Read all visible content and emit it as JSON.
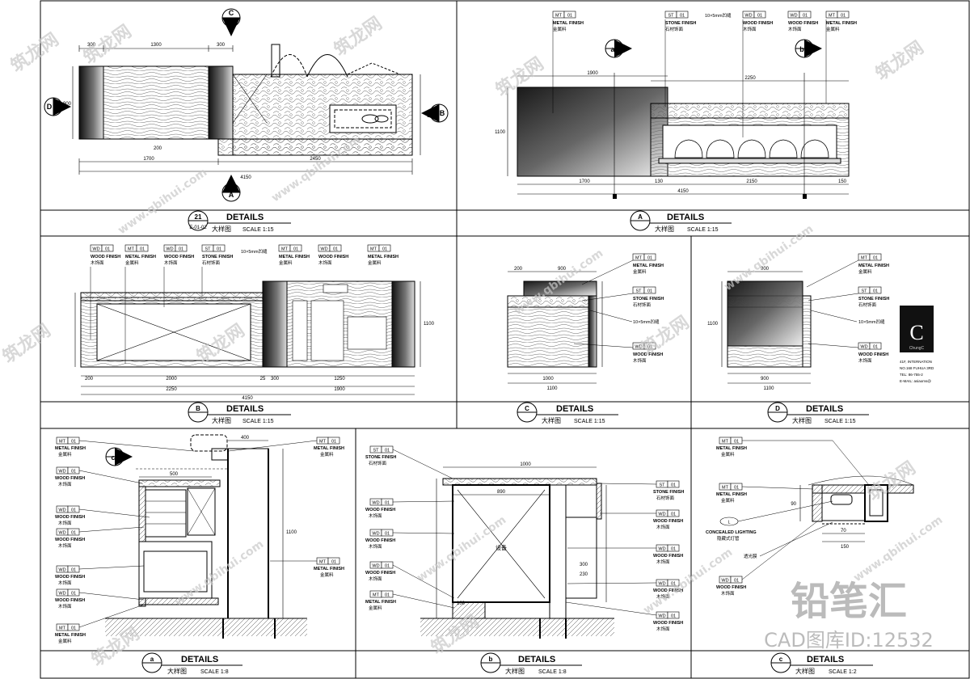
{
  "sheet_titles": [
    {
      "id": "21",
      "heading": "DETAILS",
      "sub": "大样图",
      "scale": "SCALE 1:15",
      "ref": "E-01-02"
    },
    {
      "id": "A",
      "heading": "DETAILS",
      "sub": "大样图",
      "scale": "SCALE 1:15"
    },
    {
      "id": "B",
      "heading": "DETAILS",
      "sub": "大样图",
      "scale": "SCALE 1:15"
    },
    {
      "id": "C",
      "heading": "DETAILS",
      "sub": "大样图",
      "scale": "SCALE 1:15"
    },
    {
      "id": "D",
      "heading": "DETAILS",
      "sub": "大样图",
      "scale": "SCALE 1:15"
    },
    {
      "id": "a",
      "heading": "DETAILS",
      "sub": "大样图",
      "scale": "SCALE 1:8"
    },
    {
      "id": "b",
      "heading": "DETAILS",
      "sub": "大样图",
      "scale": "SCALE 1:8"
    },
    {
      "id": "c",
      "heading": "DETAILS",
      "sub": "大样图",
      "scale": "SCALE 1:2"
    }
  ],
  "section_markers": {
    "c_top": "C",
    "d_left": "D",
    "b_right": "B",
    "a_bottom": "A",
    "a_elev": "a",
    "b_elev": "b",
    "c_small": "c"
  },
  "materials": {
    "mt_code": "MT",
    "st_code": "ST",
    "wd_code": "WD",
    "num": "01",
    "metal": "METAL FINISH",
    "metal_cn": "金属料",
    "stone": "STONE FINISH",
    "stone_cn": "石材饰面",
    "wood": "WOOD FINISH",
    "wood_cn": "木饰面",
    "groove": "10×5mm凹缝",
    "lighting_code": "L",
    "lighting": "CONCEALED LIGHTING",
    "lighting_cn": "隐藏式灯管",
    "glass_cn": "透光膜",
    "equipment_cn": "设备"
  },
  "plan_dims": {
    "d300": "300",
    "d1300": "1300",
    "d1700": "1700",
    "d2450": "2450",
    "d4150": "4150",
    "d900": "900",
    "d1000": "1000",
    "d200": "200"
  },
  "elevA_dims": {
    "d1900": "1900",
    "d2250": "2250",
    "d1700": "1700",
    "d130": "130",
    "d2150": "2150",
    "d150": "150",
    "d4150": "4150",
    "d1100": "1100"
  },
  "elevB_dims": {
    "d200": "200",
    "d2000": "2000",
    "d25": "25",
    "d300": "300",
    "d1250": "1250",
    "d2250": "2250",
    "d1900": "1900",
    "d4150": "4150",
    "d1100": "1100"
  },
  "elevC_dims": {
    "d200": "200",
    "d900": "900",
    "d1000": "1000",
    "d1100": "1100"
  },
  "elevD_dims": {
    "d900": "900",
    "d1100": "1100"
  },
  "detail_a_dims": {
    "d400": "400",
    "d500": "500",
    "d1100": "1100"
  },
  "detail_b_dims": {
    "d1000": "1000",
    "d890": "890",
    "d300": "300",
    "d230": "230",
    "d100": "100"
  },
  "detail_c_dims": {
    "d70": "70",
    "d90": "90",
    "d150": "150"
  },
  "company": {
    "logo_letter": "C",
    "logo_text": "ChungC",
    "addr1": "41F, INTERNATION",
    "addr2": "NO.168 FUHUA 3RD",
    "addr3": "TEL: 86-755-2",
    "addr4": "E-MAIL: asiaoms@"
  },
  "watermarks": {
    "cn": "筑龙网",
    "url": "www.qbihui.com",
    "badge": "CAD图库ID:12532",
    "badge_cn": "铅笔汇"
  }
}
